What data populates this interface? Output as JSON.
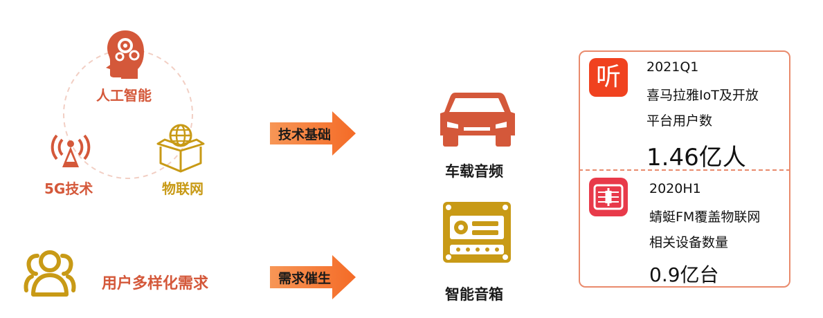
{
  "left": {
    "ai_label": "人工智能",
    "g5_label": "5G技术",
    "iot_label": "物联网",
    "user_label": "用户多样化需求"
  },
  "arrows": {
    "tech_base": "技术基础",
    "demand": "需求催生"
  },
  "center": {
    "car_audio": "车载音频",
    "smart_speaker": "智能音箱"
  },
  "stats": [
    {
      "period": "2021Q1",
      "desc_line1": "喜马拉雅IoT及开放",
      "desc_line2": "平台用户数",
      "value": "1.46亿人",
      "logo_text": "听"
    },
    {
      "period": "2020H1",
      "desc_line1": "蜻蜓FM覆盖物联网",
      "desc_line2": "相关设备数量",
      "value": "0.9亿台"
    }
  ],
  "colors": {
    "red": "#d4583a",
    "gold": "#c89a16",
    "arrow": "#f47a3c",
    "panel_border": "#e98a6c"
  }
}
